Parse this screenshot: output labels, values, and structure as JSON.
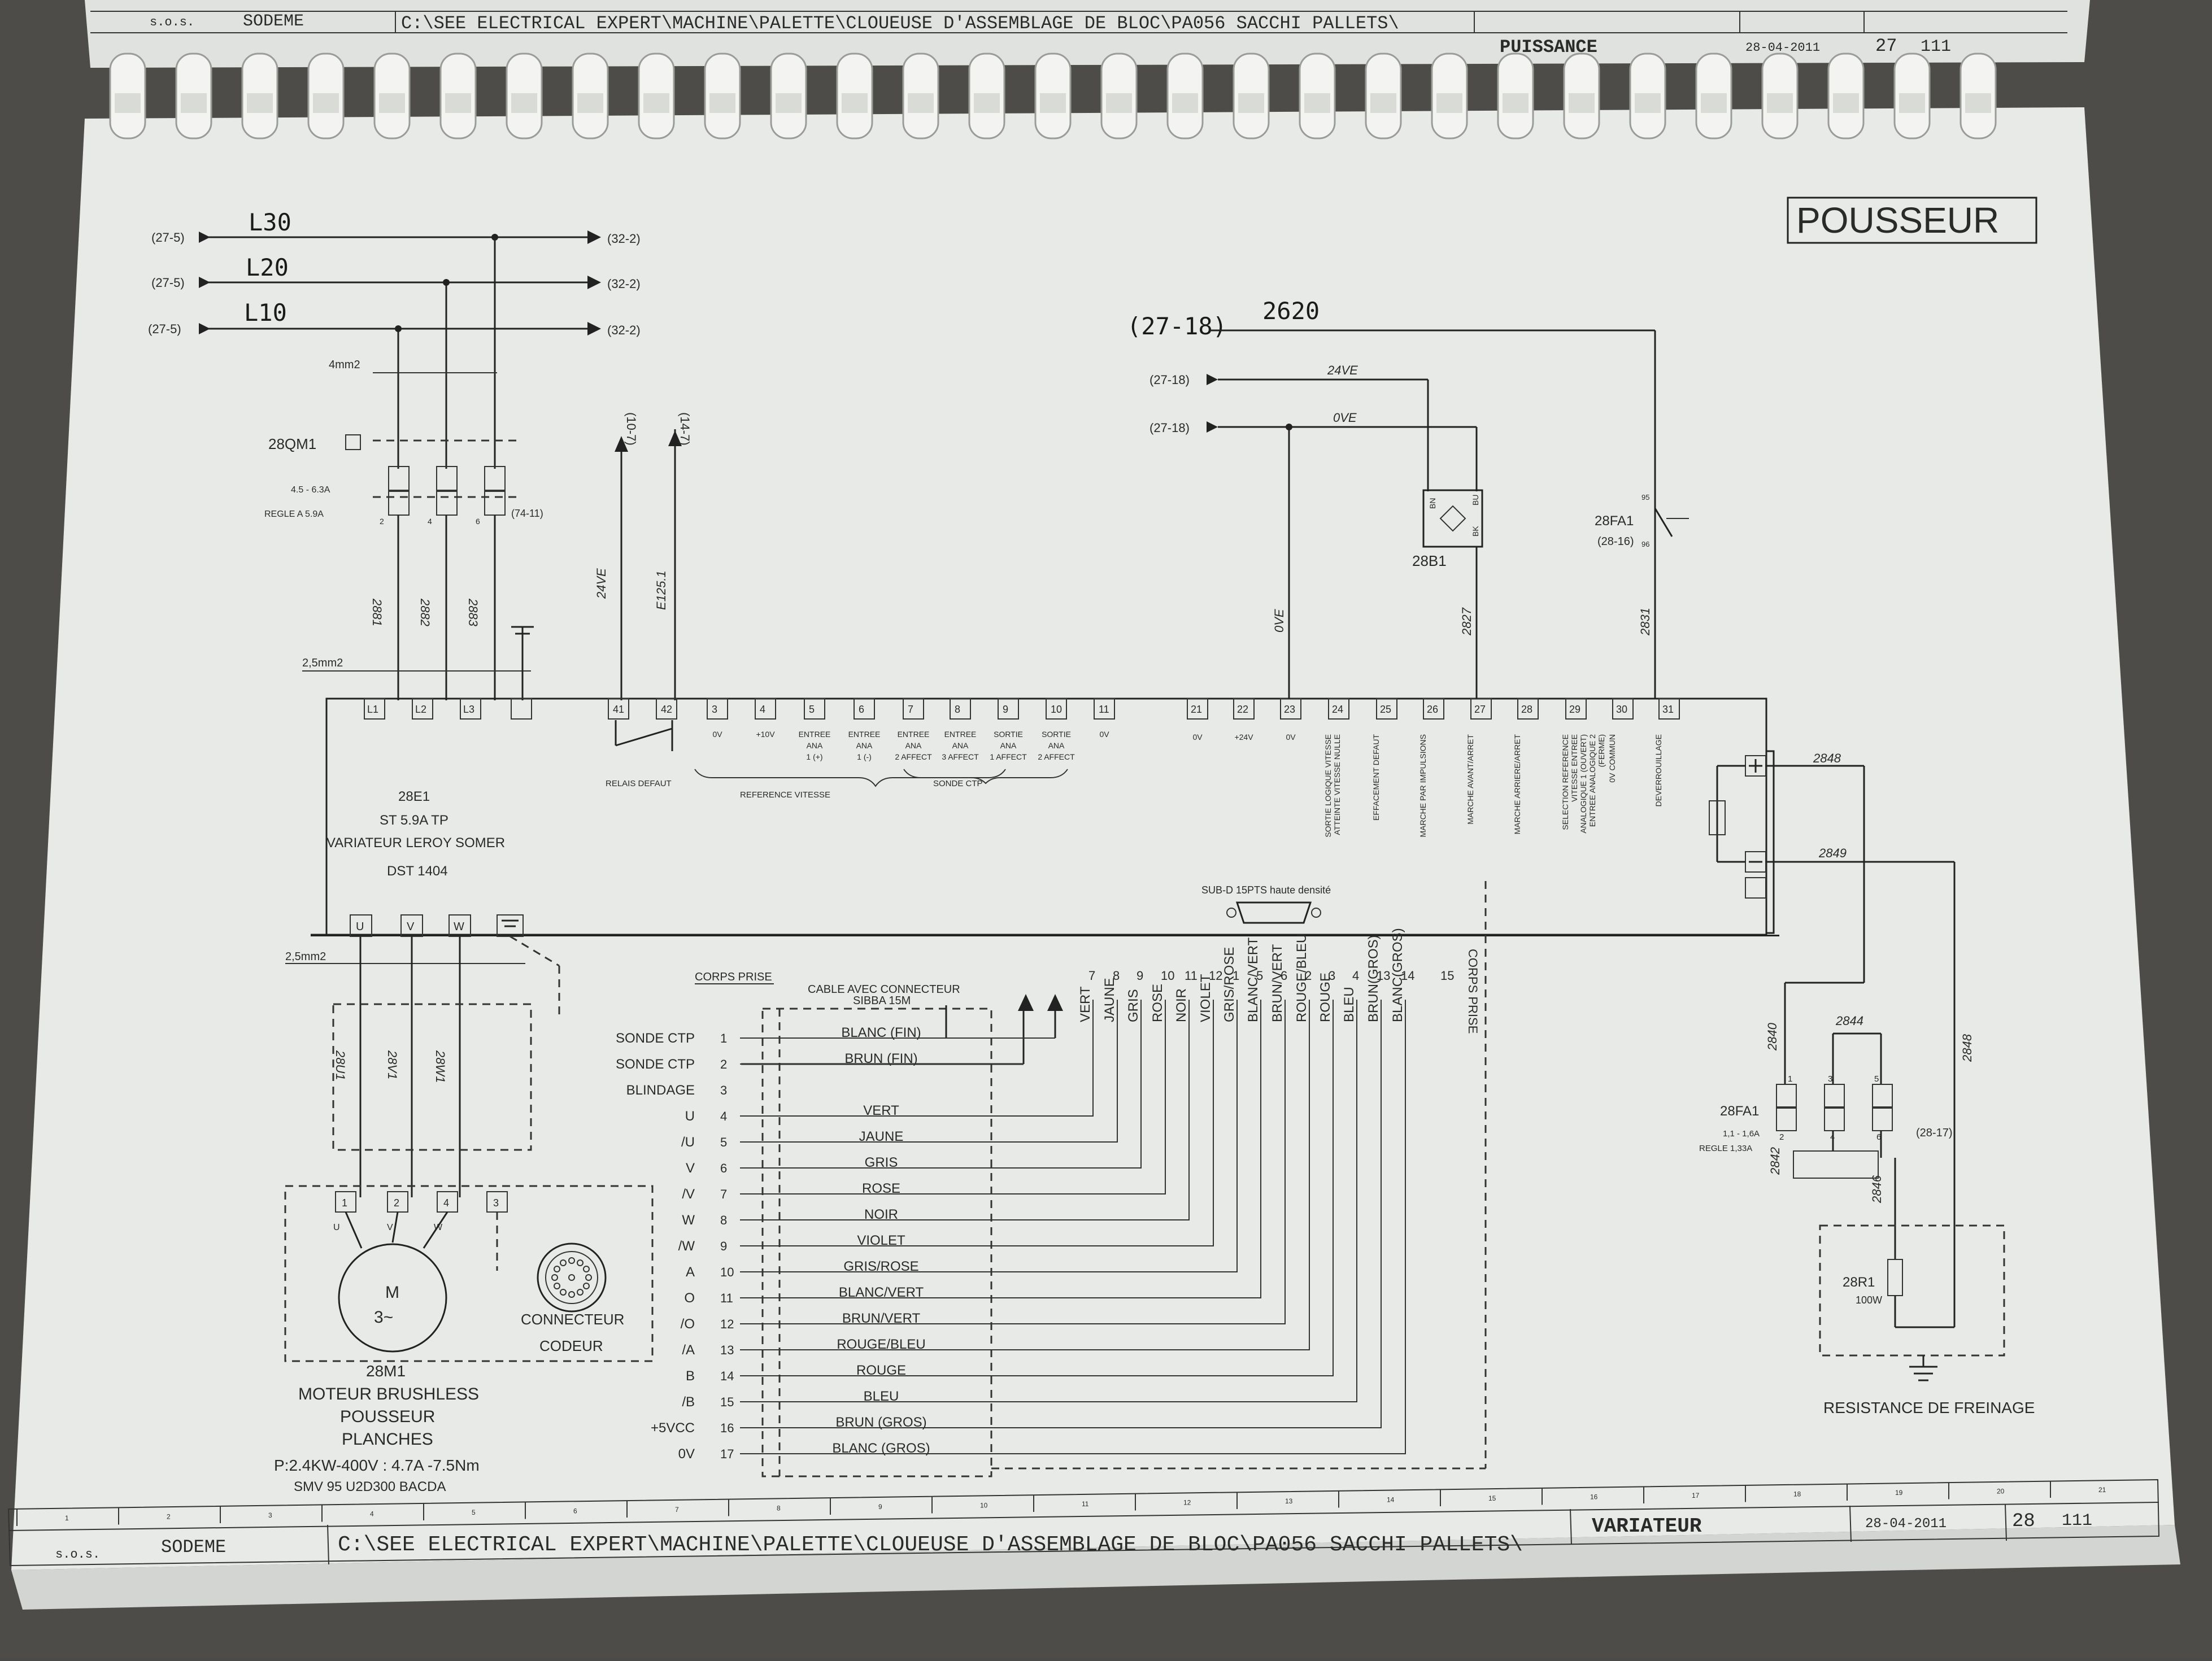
{
  "top_title_block": {
    "company": "s.o.s.",
    "brand": "SODEME",
    "path": "C:\\SEE ELECTRICAL EXPERT\\MACHINE\\PALETTE\\CLOUEUSE D'ASSEMBLAGE DE BLOC\\PA056 SACCHI PALLETS\\",
    "section": "PUISSANCE",
    "date": "28-04-2011",
    "page": "27",
    "total": "111"
  },
  "bottom_title_block": {
    "company": "s.o.s.",
    "brand": "SODEME",
    "path": "C:\\SEE ELECTRICAL EXPERT\\MACHINE\\PALETTE\\CLOUEUSE D'ASSEMBLAGE DE BLOC\\PA056 SACCHI PALLETS\\",
    "section": "VARIATEUR",
    "date": "28-04-2011",
    "page": "28",
    "total": "111",
    "columns": [
      "1",
      "2",
      "3",
      "4",
      "5",
      "6",
      "7",
      "8",
      "9",
      "10",
      "11",
      "12",
      "13",
      "14",
      "15",
      "16",
      "17",
      "18",
      "19",
      "20",
      "21"
    ]
  },
  "header_label": "POUSSEUR",
  "supply": {
    "in_refs": [
      "(27-5)",
      "(27-5)",
      "(27-5)"
    ],
    "out_refs": [
      "(32-2)",
      "(32-2)",
      "(32-2)"
    ],
    "hand_labels": [
      "L30",
      "L20",
      "L10"
    ],
    "wire_size": "4mm2"
  },
  "breaker": {
    "tag": "28QM1",
    "range": "4.5 - 6.3A",
    "setting": "REGLE A 5.9A",
    "ref": "(74-11)",
    "terminals": [
      "2",
      "4",
      "6"
    ]
  },
  "wires_in": [
    "2881",
    "2882",
    "2883"
  ],
  "wire_size_2": "2,5mm2",
  "signal_refs": {
    "a": "(10-7)",
    "b": "(14-7)",
    "a_label": "24VE",
    "b_label": "E125.1"
  },
  "drive": {
    "tag": "28E1",
    "model": "ST 5.9A TP",
    "desc": "VARIATEUR LEROY SOMER",
    "ref": "DST 1404",
    "power_terminals": [
      "L1",
      "L2",
      "L3"
    ],
    "terminals_left": [
      {
        "n": "41",
        "label": ""
      },
      {
        "n": "42",
        "label": ""
      },
      {
        "n": "3",
        "label": "0V"
      },
      {
        "n": "4",
        "label": "+10V"
      },
      {
        "n": "5",
        "label": "ENTREE ANA 1 (+)"
      },
      {
        "n": "6",
        "label": "ENTREE ANA 1 (-)"
      },
      {
        "n": "7",
        "label": "ENTREE ANA 2 AFFECT"
      },
      {
        "n": "8",
        "label": "ENTREE ANA 3 AFFECT"
      },
      {
        "n": "9",
        "label": "SORTIE ANA 1 AFFECT"
      },
      {
        "n": "10",
        "label": "SORTIE ANA 2 AFFECT"
      },
      {
        "n": "11",
        "label": "0V"
      }
    ],
    "group_labels": {
      "relay": "RELAIS DEFAUT",
      "ref": "REFERENCE VITESSE",
      "ctp": "SONDE CTP"
    },
    "terminals_right": [
      {
        "n": "21",
        "label": "0V"
      },
      {
        "n": "22",
        "label": "+24V"
      },
      {
        "n": "23",
        "label": "0V"
      },
      {
        "n": "24",
        "label": "SORTIE LOGIQUE VITESSE ATTEINTE VITESSE NULLE"
      },
      {
        "n": "25",
        "label": "EFFACEMENT DEFAUT"
      },
      {
        "n": "26",
        "label": "MARCHE PAR IMPULSIONS"
      },
      {
        "n": "27",
        "label": "MARCHE AVANT/ARRET"
      },
      {
        "n": "28",
        "label": "MARCHE ARRIERE/ARRET"
      },
      {
        "n": "29",
        "label": "SELECTION REFERENCE VITESSE ENTREE ANALOGIQUE 1 (OUVERT) ENTREE ANALOGIQUE 2 (FERME)"
      },
      {
        "n": "30",
        "label": "0V COMMUN"
      },
      {
        "n": "31",
        "label": "DEVERROUILLAGE"
      }
    ],
    "subd": "SUB-D 15PTS haute densité",
    "output_terminals": [
      "U",
      "V",
      "W"
    ]
  },
  "control": {
    "ref_2620": "(27-18)",
    "hand_2620": "2620",
    "ref_24": "(27-18)",
    "label_24": "24VE",
    "ref_0v": "(27-18)",
    "label_0v": "0VE",
    "sensor": "28B1",
    "sensor_pins": [
      "BN",
      "BU",
      "BK"
    ],
    "wire_0v": "0VE",
    "wire_2827": "2827",
    "wire_2831": "2831",
    "fa_tag": "28FA1",
    "fa_ref": "(28-16)",
    "fa_pins": [
      "95",
      "96"
    ]
  },
  "brake": {
    "wires": [
      "2848",
      "2849",
      "2840",
      "2844",
      "2848",
      "2842",
      "2846"
    ],
    "fa_tag": "28FA1",
    "fa_range": "1,1 - 1,6A",
    "fa_setting": "REGLE 1,33A",
    "fa_ref": "(28-17)",
    "fa_pins": [
      "1",
      "3",
      "5",
      "2",
      "4",
      "6"
    ],
    "r_tag": "28R1",
    "r_value": "100W",
    "title": "RESISTANCE DE FREINAGE"
  },
  "motor": {
    "wires": [
      "28U1",
      "28V1",
      "28W1"
    ],
    "wire_size": "2,5mm2",
    "terminals": [
      "1",
      "2",
      "4",
      "3"
    ],
    "phases": [
      "U",
      "V",
      "W"
    ],
    "symbol": "M",
    "symbol2": "3~",
    "tag": "28M1",
    "lines": [
      "MOTEUR BRUSHLESS",
      "POUSSEUR",
      "PLANCHES"
    ],
    "rating": "P:2.4KW-400V : 4.7A -7.5Nm",
    "model": "SMV 95 U2D300 BACDA",
    "encoder": [
      "CONNECTEUR",
      "CODEUR"
    ]
  },
  "cable": {
    "corps_prise": "CORPS PRISE",
    "header": [
      "CABLE AVEC CONNECTEUR",
      "SIBBA 15M"
    ],
    "corps_prise_right": "CORPS PRISE",
    "rows": [
      {
        "sig": "SONDE CTP",
        "n": "1",
        "color": "BLANC (FIN)"
      },
      {
        "sig": "SONDE CTP",
        "n": "2",
        "color": "BRUN (FIN)"
      },
      {
        "sig": "BLINDAGE",
        "n": "3",
        "color": ""
      },
      {
        "sig": "U",
        "n": "4",
        "color": "VERT"
      },
      {
        "sig": "/U",
        "n": "5",
        "color": "JAUNE"
      },
      {
        "sig": "V",
        "n": "6",
        "color": "GRIS"
      },
      {
        "sig": "/V",
        "n": "7",
        "color": "ROSE"
      },
      {
        "sig": "W",
        "n": "8",
        "color": "NOIR"
      },
      {
        "sig": "/W",
        "n": "9",
        "color": "VIOLET"
      },
      {
        "sig": "A",
        "n": "10",
        "color": "GRIS/ROSE"
      },
      {
        "sig": "O",
        "n": "11",
        "color": "BLANC/VERT"
      },
      {
        "sig": "/O",
        "n": "12",
        "color": "BRUN/VERT"
      },
      {
        "sig": "/A",
        "n": "13",
        "color": "ROUGE/BLEU"
      },
      {
        "sig": "B",
        "n": "14",
        "color": "ROUGE"
      },
      {
        "sig": "/B",
        "n": "15",
        "color": "BLEU"
      },
      {
        "sig": "+5VCC",
        "n": "16",
        "color": "BRUN (GROS)"
      },
      {
        "sig": "0V",
        "n": "17",
        "color": "BLANC (GROS)"
      }
    ],
    "col_numbers": [
      "7",
      "8",
      "9",
      "10",
      "11",
      "12",
      "1",
      "5",
      "6",
      "2",
      "3",
      "4",
      "13",
      "14",
      "15"
    ],
    "col_colors": [
      "VERT",
      "JAUNE",
      "GRIS",
      "ROSE",
      "NOIR",
      "VIOLET",
      "GRIS/ROSE",
      "BLANC/VERT",
      "BRUN/VERT",
      "ROUGE/BLEU",
      "ROUGE",
      "BLEU",
      "BRUN(GROS)",
      "BLANC(GROS)"
    ]
  },
  "colors": {
    "paper": "#e9ebe8",
    "ink": "#222222",
    "background": "#4a4a48"
  }
}
